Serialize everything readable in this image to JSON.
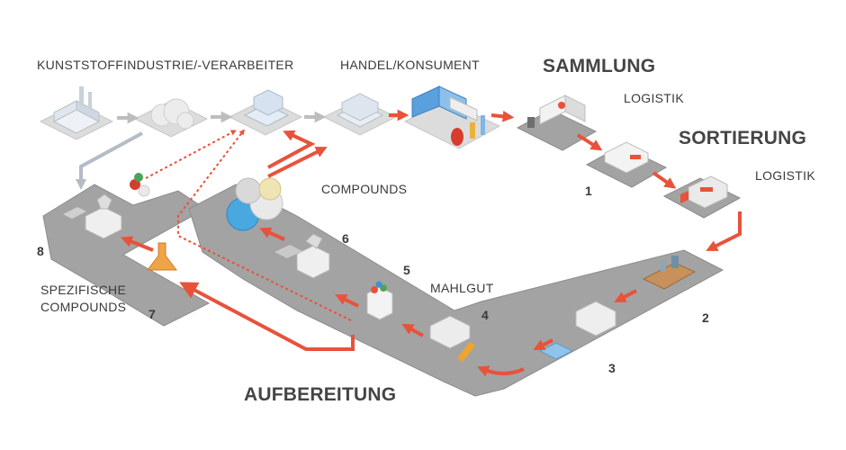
{
  "labels": {
    "kunststoff": "KUNSTSTOFFINDUSTRIE/-VERARBEITER",
    "handel": "HANDEL/KONSUMENT",
    "sammlung": "SAMMLUNG",
    "logistik_1": "LOGISTIK",
    "sortierung": "SORTIERUNG",
    "logistik_2": "LOGISTIK",
    "compounds": "COMPOUNDS",
    "mahlgut": "MAHLGUT",
    "spezifische_1": "SPEZIFISCHE",
    "spezifische_2": "COMPOUNDS",
    "aufbereitung": "AUFBEREITUNG"
  },
  "steps": [
    "1",
    "2",
    "3",
    "4",
    "5",
    "6",
    "7",
    "8"
  ],
  "colors": {
    "path": "#a3a3a3",
    "path_edge": "#8c8c8c",
    "arrow_red": "#e8523b",
    "arrow_grey": "#bdbdbd",
    "platform": "#dcdcdc"
  },
  "icons": [
    "factory-icon",
    "pellet-pile-icon",
    "production-building-icon",
    "packaging-building-icon",
    "shop-icon",
    "collection-truck-icon",
    "sorting-plant-icon",
    "logistics-truck-icon",
    "sorting-belt-icon",
    "washing-machine-icon",
    "shredder-icon",
    "bigbag-icon",
    "extruder-icon",
    "lab-flask-icon",
    "compound-machine-icon"
  ]
}
